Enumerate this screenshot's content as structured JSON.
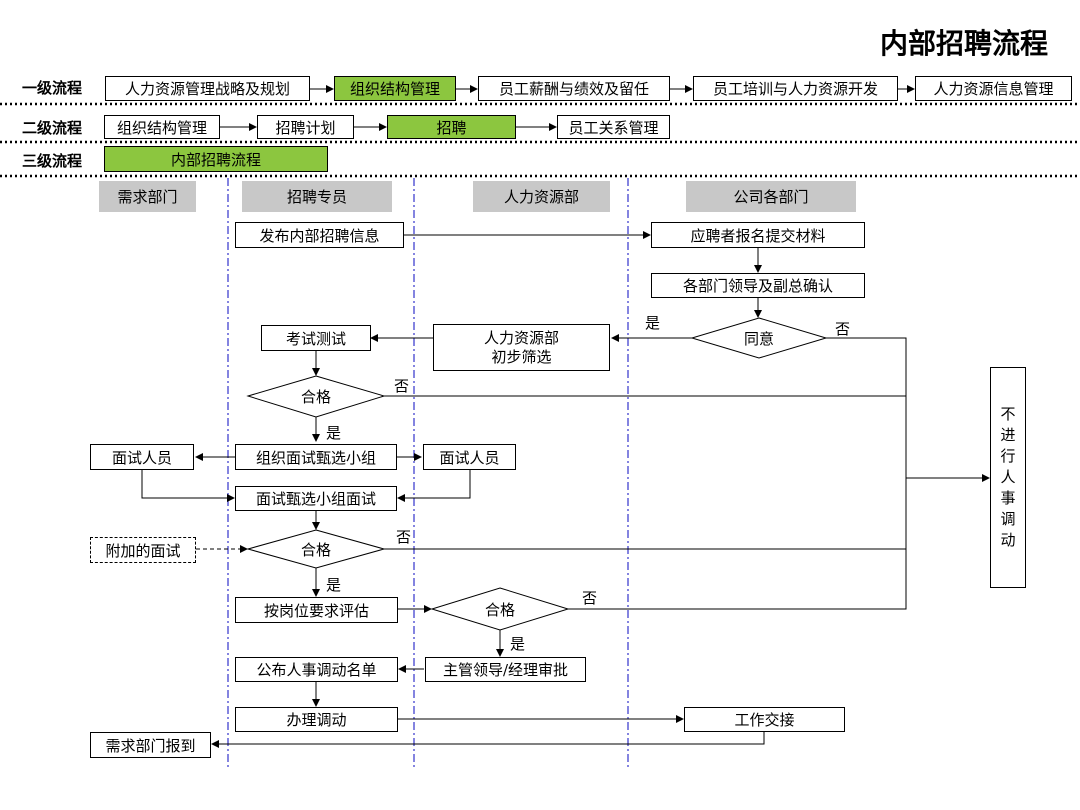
{
  "title": "内部招聘流程",
  "level_labels": {
    "l1": "一级流程",
    "l2": "二级流程",
    "l3": "三级流程"
  },
  "level1": [
    "人力资源管理战略及规划",
    "组织结构管理",
    "员工薪酬与绩效及留任",
    "员工培训与人力资源开发",
    "人力资源信息管理"
  ],
  "level2": [
    "组织结构管理",
    "招聘计划",
    "招聘",
    "员工关系管理"
  ],
  "level3": [
    "内部招聘流程"
  ],
  "lanes": [
    "需求部门",
    "招聘专员",
    "人力资源部",
    "公司各部门"
  ],
  "nodes": {
    "publish": "发布内部招聘信息",
    "apply": "应聘者报名提交材料",
    "leaders_confirm": "各部门领导及副总确认",
    "agree": "同意",
    "hr_screen_1": "人力资源部",
    "hr_screen_2": "初步筛选",
    "exam": "考试测试",
    "pass1": "合格",
    "interviewer_left": "面试人员",
    "form_panel": "组织面试甄选小组",
    "interviewer_right": "面试人员",
    "panel_interview": "面试甄选小组面试",
    "extra_interview": "附加的面试",
    "pass2": "合格",
    "evaluate": "按岗位要求评估",
    "pass3": "合格",
    "approve": "主管领导/经理审批",
    "announce": "公布人事调动名单",
    "transfer": "办理调动",
    "handover": "工作交接",
    "report": "需求部门报到",
    "no_transfer": "不进行人事调动"
  },
  "labels": {
    "yes": "是",
    "no": "否"
  },
  "colors": {
    "highlight": "#8cc63f",
    "lane_header": "#c8c8c8",
    "lane_divider": "#3333cc"
  }
}
